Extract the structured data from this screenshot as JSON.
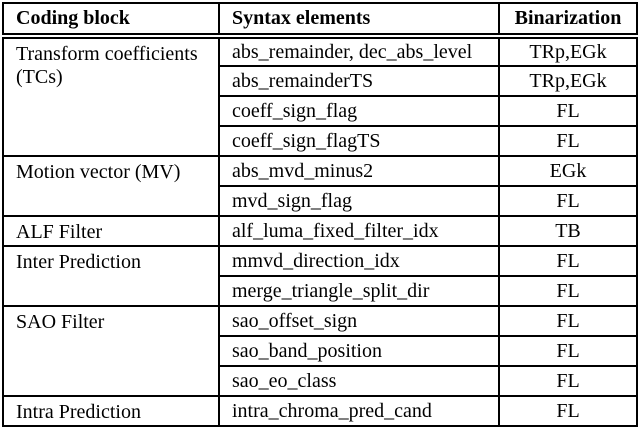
{
  "colors": {
    "text": "#000000",
    "background": "#ffffff",
    "border": "#000000"
  },
  "table": {
    "headers": [
      "Coding block",
      "Syntax elements",
      "Binarization"
    ],
    "sections": [
      {
        "coding_block": "Transform coefficients (TCs)",
        "rows": [
          {
            "syntax": "abs_remainder, dec_abs_level",
            "binarization": "TRp,EGk"
          },
          {
            "syntax": "abs_remainderTS",
            "binarization": "TRp,EGk"
          },
          {
            "syntax": "coeff_sign_flag",
            "binarization": "FL"
          },
          {
            "syntax": "coeff_sign_flagTS",
            "binarization": "FL"
          }
        ]
      },
      {
        "coding_block": "Motion vector (MV)",
        "rows": [
          {
            "syntax": "abs_mvd_minus2",
            "binarization": "EGk"
          },
          {
            "syntax": "mvd_sign_flag",
            "binarization": "FL"
          }
        ]
      },
      {
        "coding_block": "ALF Filter",
        "rows": [
          {
            "syntax": "alf_luma_fixed_filter_idx",
            "binarization": "TB"
          }
        ]
      },
      {
        "coding_block": "Inter Prediction",
        "rows": [
          {
            "syntax": "mmvd_direction_idx",
            "binarization": "FL"
          },
          {
            "syntax": "merge_triangle_split_dir",
            "binarization": "FL"
          }
        ]
      },
      {
        "coding_block": "SAO Filter",
        "rows": [
          {
            "syntax": "sao_offset_sign",
            "binarization": "FL"
          },
          {
            "syntax": "sao_band_position",
            "binarization": "FL"
          },
          {
            "syntax": "sao_eo_class",
            "binarization": "FL"
          }
        ]
      },
      {
        "coding_block": "Intra Prediction",
        "rows": [
          {
            "syntax": "intra_chroma_pred_cand",
            "binarization": "FL"
          }
        ]
      }
    ]
  }
}
